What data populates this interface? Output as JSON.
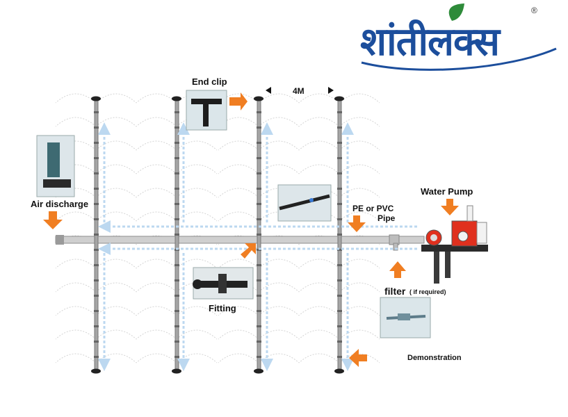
{
  "logo": {
    "text": "शांतीलक्स",
    "registered": "®",
    "color": "#1c4e9c",
    "leaf_color": "#2e8b3a"
  },
  "labels": {
    "end_clip": "End clip",
    "spacing": "4M",
    "water_pump": "Water Pump",
    "air_discharge": "Air discharge",
    "pe_pvc_line1": "PE or PVC",
    "pe_pvc_line2": "Pipe",
    "filter": "filter",
    "filter_note": "( if required)",
    "fitting": "Fitting",
    "demonstration": "Demonstration"
  },
  "colors": {
    "arrow": "#f07e22",
    "flow": "#bcd8f0",
    "pipe": "#8c8c8c",
    "spray": "#cfcfcf",
    "pump": "#e0301e"
  },
  "icons": [
    "orange-arrow-icon",
    "black-arrow-icon",
    "pump-icon",
    "filter-icon"
  ]
}
